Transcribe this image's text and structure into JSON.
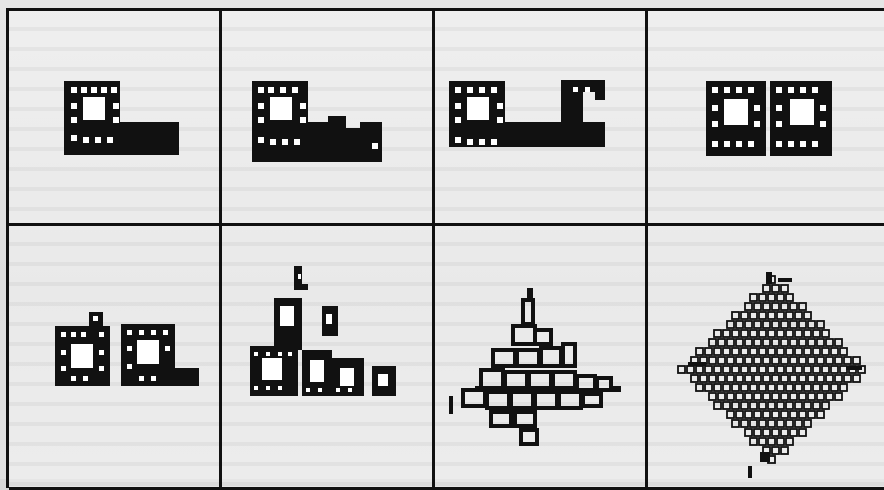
{
  "figure": {
    "title": "",
    "panels": [
      {
        "id": "p1",
        "row": 1,
        "col": 1
      },
      {
        "id": "p2",
        "row": 1,
        "col": 2
      },
      {
        "id": "p3",
        "row": 1,
        "col": 3
      },
      {
        "id": "p4",
        "row": 1,
        "col": 4
      },
      {
        "id": "p5",
        "row": 2,
        "col": 1
      },
      {
        "id": "p6",
        "row": 2,
        "col": 2
      },
      {
        "id": "p7",
        "row": 2,
        "col": 3
      },
      {
        "id": "p8",
        "row": 2,
        "col": 4
      }
    ]
  },
  "colors": {
    "ink": "#111111",
    "paper": "#e4e4e4"
  }
}
